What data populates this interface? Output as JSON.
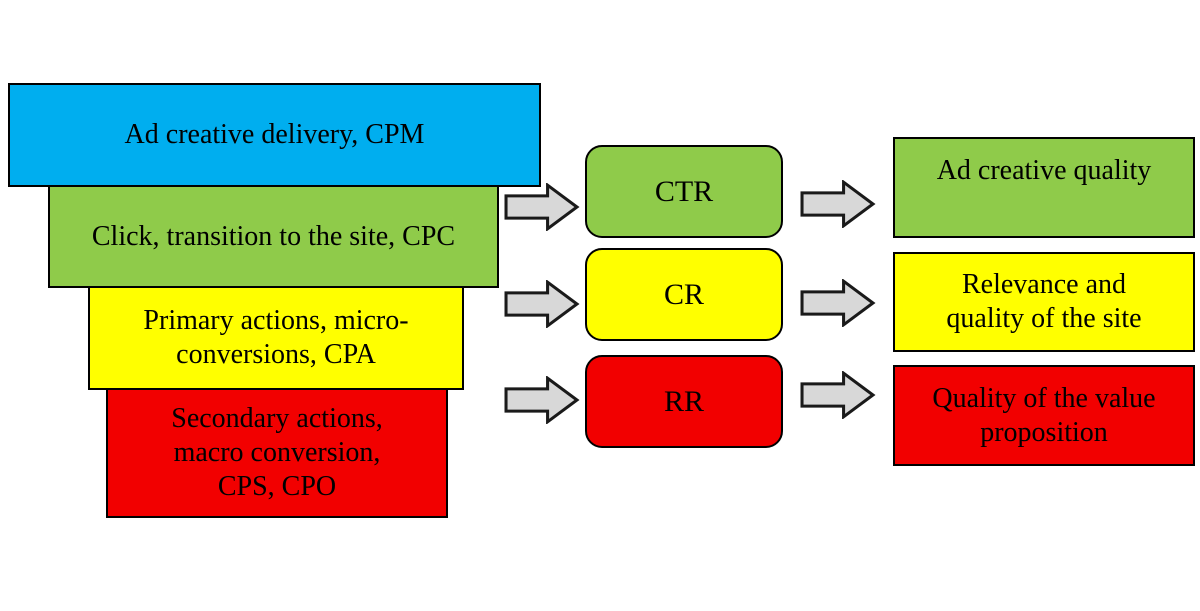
{
  "diagram": {
    "background": "#FFFFFF",
    "border_color": "#000000",
    "funnel_stages": [
      {
        "label": "Ad creative delivery, CPM",
        "color": "#00AEEF"
      },
      {
        "label": "Click, transition to the site, CPC",
        "color": "#8FCB4A"
      },
      {
        "label": "Primary actions, micro-\nconversions, CPA",
        "color": "#FFFF00"
      },
      {
        "label": "Secondary actions,\nmacro conversion,\nCPS, CPO",
        "color": "#F20000"
      }
    ],
    "metrics": [
      {
        "label": "CTR",
        "color": "#8FCB4A"
      },
      {
        "label": "CR",
        "color": "#FFFF00"
      },
      {
        "label": "RR",
        "color": "#F20000"
      }
    ],
    "outcomes": [
      {
        "label": "Ad creative quality",
        "color": "#8FCB4A"
      },
      {
        "label": "Relevance and\nquality of the site",
        "color": "#FFFF00"
      },
      {
        "label": "Quality of the value\nproposition",
        "color": "#F20000"
      }
    ],
    "arrow": {
      "fill": "#D8D8D8",
      "stroke": "#1A1A1A"
    }
  }
}
